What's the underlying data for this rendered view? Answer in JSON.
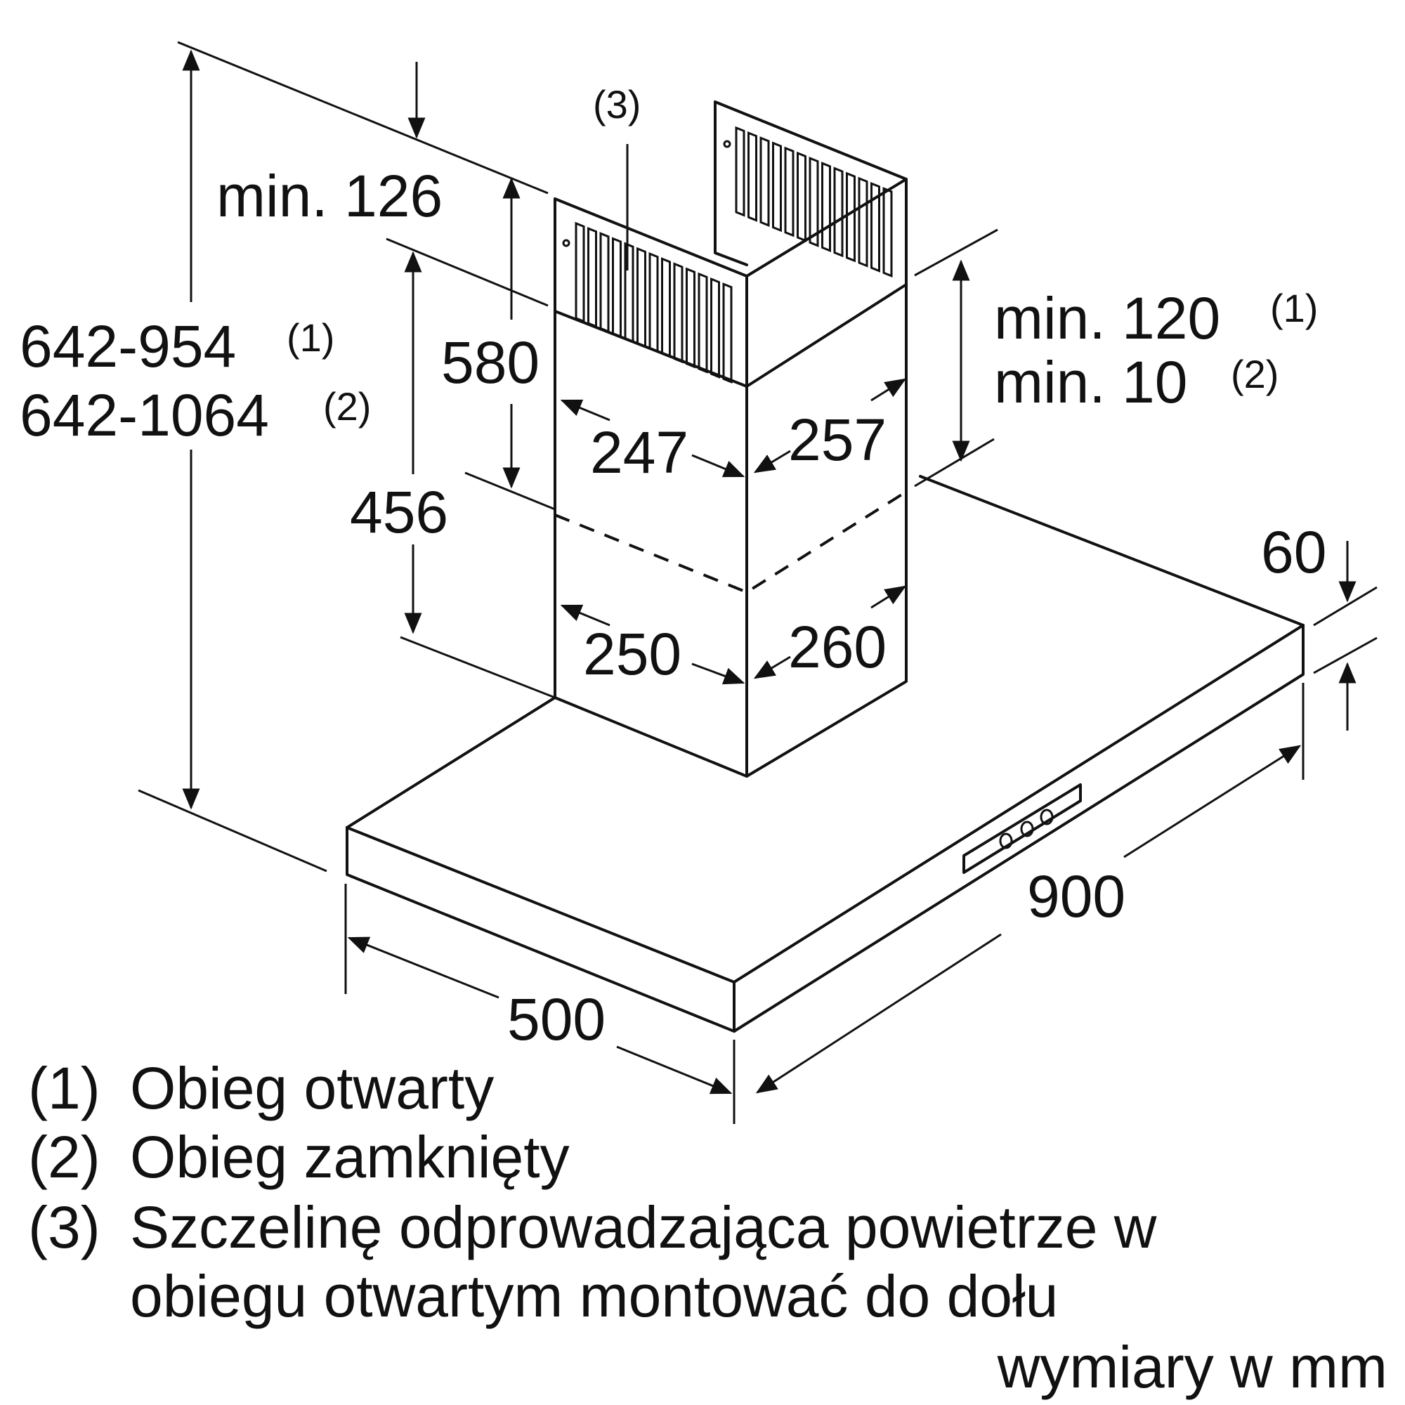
{
  "dimensions": {
    "total_height_a": "642-954",
    "total_height_a_ref": "(1)",
    "total_height_b": "642-1064",
    "total_height_b_ref": "(2)",
    "min_top": "min. 126",
    "chimney_upper": "580",
    "chimney_lower": "456",
    "upper_depth": "247",
    "upper_width": "257",
    "lower_depth": "250",
    "lower_width": "260",
    "min_gap_a": "min. 120",
    "min_gap_a_ref": "(1)",
    "min_gap_b": "min. 10",
    "min_gap_b_ref": "(2)",
    "canopy_height": "60",
    "canopy_width": "900",
    "canopy_depth": "500",
    "vent_ref": "(3)"
  },
  "legend": [
    {
      "mark": "(1)",
      "lines": [
        "Obieg otwarty"
      ]
    },
    {
      "mark": "(2)",
      "lines": [
        "Obieg zamknięty"
      ]
    },
    {
      "mark": "(3)",
      "lines": [
        "Szczelinę odprowadzająca powietrze w",
        "obiegu otwartym montować do dołu"
      ]
    }
  ],
  "units_note": "wymiary w mm",
  "icons": {
    "control_buttons": "three-round-buttons-icon"
  }
}
